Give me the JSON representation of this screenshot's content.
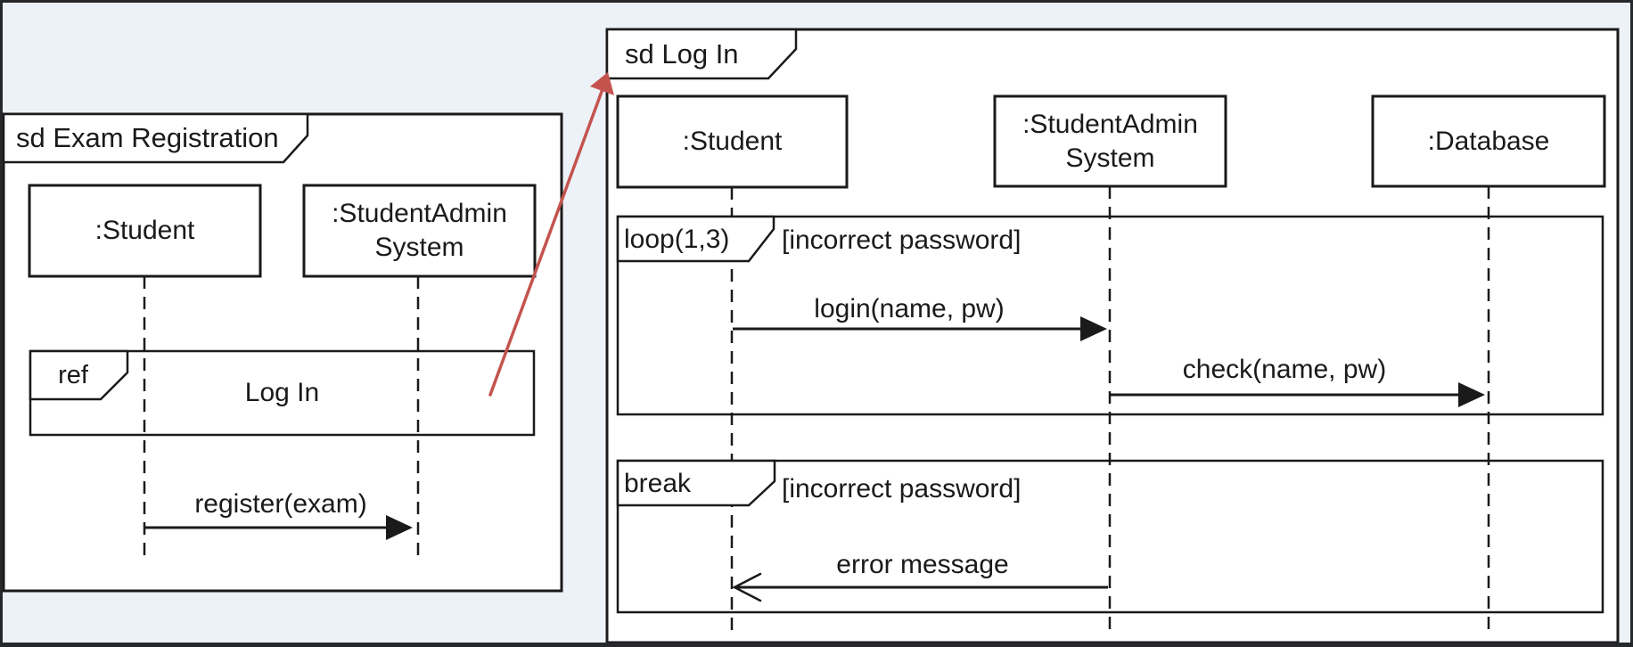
{
  "colors": {
    "background": "#edf1f8",
    "frame_fill": "#ffffff",
    "line": "#1a1a1a",
    "red_annotation_arrow": "#c4534e"
  },
  "left_diagram": {
    "title": "sd Exam Registration",
    "lifelines": [
      {
        "label": ":Student"
      },
      {
        "label_line1": ":StudentAdmin",
        "label_line2": "System"
      }
    ],
    "ref_fragment": {
      "operator": "ref",
      "label": "Log In"
    },
    "messages": [
      {
        "label": "register(exam)",
        "from": ":Student",
        "to": ":StudentAdmin System"
      }
    ]
  },
  "right_diagram": {
    "title": "sd Log In",
    "lifelines": [
      {
        "label": ":Student"
      },
      {
        "label_line1": ":StudentAdmin",
        "label_line2": "System"
      },
      {
        "label": ":Database"
      }
    ],
    "loop_fragment": {
      "operator": "loop(1,3)",
      "guard": "[incorrect password]",
      "messages": [
        {
          "label": "login(name, pw)",
          "from": ":Student",
          "to": ":StudentAdmin System"
        },
        {
          "label": "check(name, pw)",
          "from": ":StudentAdmin System",
          "to": ":Database"
        }
      ]
    },
    "break_fragment": {
      "operator": "break",
      "guard": "[incorrect password]",
      "messages": [
        {
          "label": "error message",
          "from": ":StudentAdmin System",
          "to": ":Student"
        }
      ]
    }
  }
}
